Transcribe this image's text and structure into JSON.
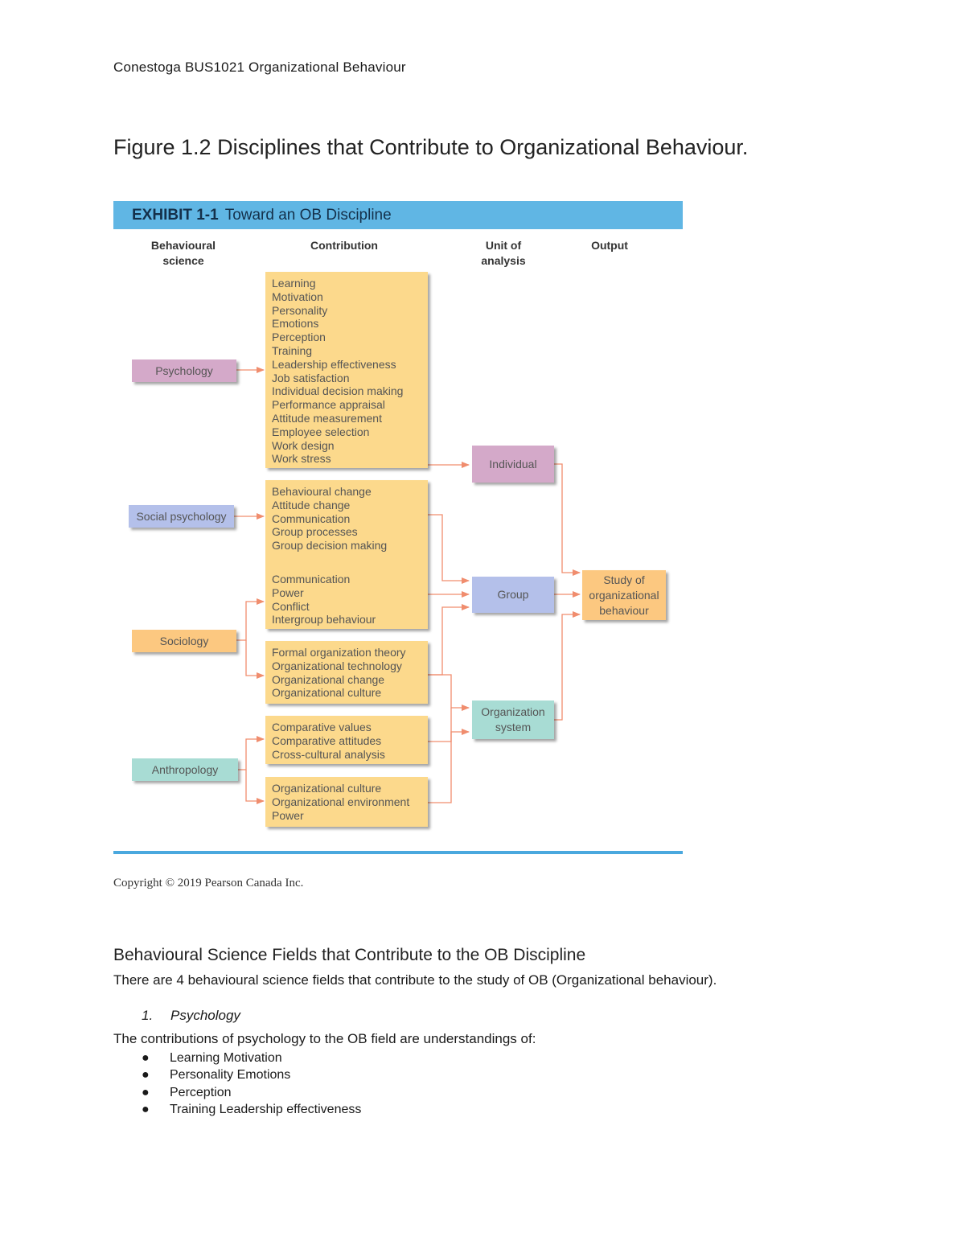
{
  "header": {
    "text": "Conestoga BUS1021 Organizational Behaviour"
  },
  "figure": {
    "title": "Figure 1.2 Disciplines that Contribute to Organizational Behaviour."
  },
  "exhibit": {
    "label": "EXHIBIT 1-1",
    "title": "Toward an OB Discipline",
    "columns": {
      "science": [
        "Behavioural",
        "science"
      ],
      "contribution": "Contribution",
      "unit": [
        "Unit of",
        "analysis"
      ],
      "output": "Output"
    },
    "sciences": [
      {
        "label": "Psychology",
        "color": "#d4a9c9"
      },
      {
        "label": "Social psychology",
        "color": "#b4c0ea"
      },
      {
        "label": "Sociology",
        "color": "#fcc880"
      },
      {
        "label": "Anthropology",
        "color": "#a8dcd4"
      }
    ],
    "contributions": [
      [
        "Learning",
        "Motivation",
        "Personality",
        "Emotions",
        "Perception",
        "Training",
        "Leadership effectiveness",
        "Job satisfaction",
        "Individual decision making",
        "Performance appraisal",
        "Attitude measurement",
        "Employee selection",
        "Work design",
        "Work stress"
      ],
      [
        "Behavioural change",
        "Attitude change",
        "Communication",
        "Group processes",
        "Group decision making"
      ],
      [
        "Communication",
        "Power",
        "Conflict",
        "Intergroup behaviour"
      ],
      [
        "Formal organization theory",
        "Organizational technology",
        "Organizational change",
        "Organizational culture"
      ],
      [
        "Comparative values",
        "Comparative attitudes",
        "Cross-cultural analysis"
      ],
      [
        "Organizational culture",
        "Organizational environment",
        "Power"
      ]
    ],
    "units": [
      {
        "label": "Individual",
        "color": "#d4a9c9"
      },
      {
        "label": "Group",
        "color": "#b4c0ea"
      },
      {
        "label": "Organization system",
        "color": "#a8dcd4"
      }
    ],
    "output": {
      "label": "Study of organizational behaviour",
      "color": "#fcc880"
    },
    "line_color": "#f08d6e",
    "contribution_color": "#fcd98c",
    "banner_color": "#60b6e4"
  },
  "copyright": "Copyright © 2019 Pearson Canada Inc.",
  "section": {
    "title": "Behavioural Science Fields that Contribute to the OB Discipline",
    "intro": "There are 4 behavioural science fields that contribute to the study of OB (Organizational behaviour).",
    "item_number": "1.",
    "item_label": "Psychology",
    "contrib_intro": "The contributions of psychology to the OB field are understandings of:",
    "bullets": [
      "Learning Motivation",
      "Personality Emotions",
      "Perception",
      "Training Leadership effectiveness"
    ]
  }
}
